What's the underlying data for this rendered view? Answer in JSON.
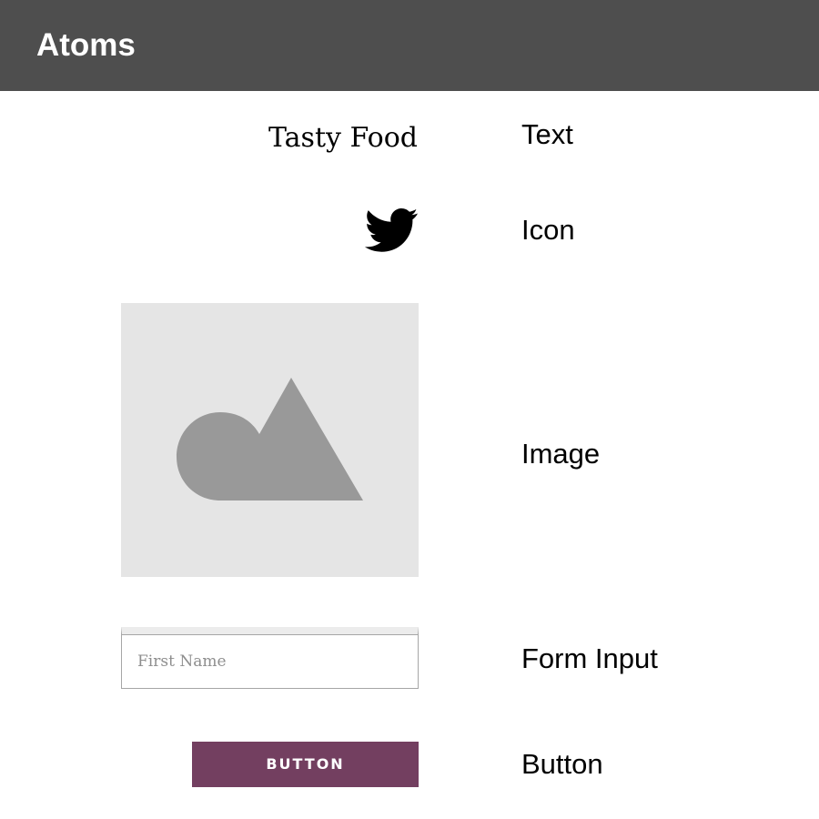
{
  "header": {
    "title": "Atoms",
    "background_color": "#4e4e4e"
  },
  "atoms": {
    "text": {
      "sample": "Tasty Food",
      "label": "Text"
    },
    "icon": {
      "name": "twitter-bird-icon",
      "label": "Icon"
    },
    "image": {
      "name": "image-placeholder-icon",
      "label": "Image",
      "background_color": "#e5e5e5",
      "shape_color": "#999999"
    },
    "form_input": {
      "placeholder": "First Name",
      "value": "",
      "label": "Form Input"
    },
    "button": {
      "text": "BUTTON",
      "label": "Button",
      "color": "#733f60"
    }
  }
}
